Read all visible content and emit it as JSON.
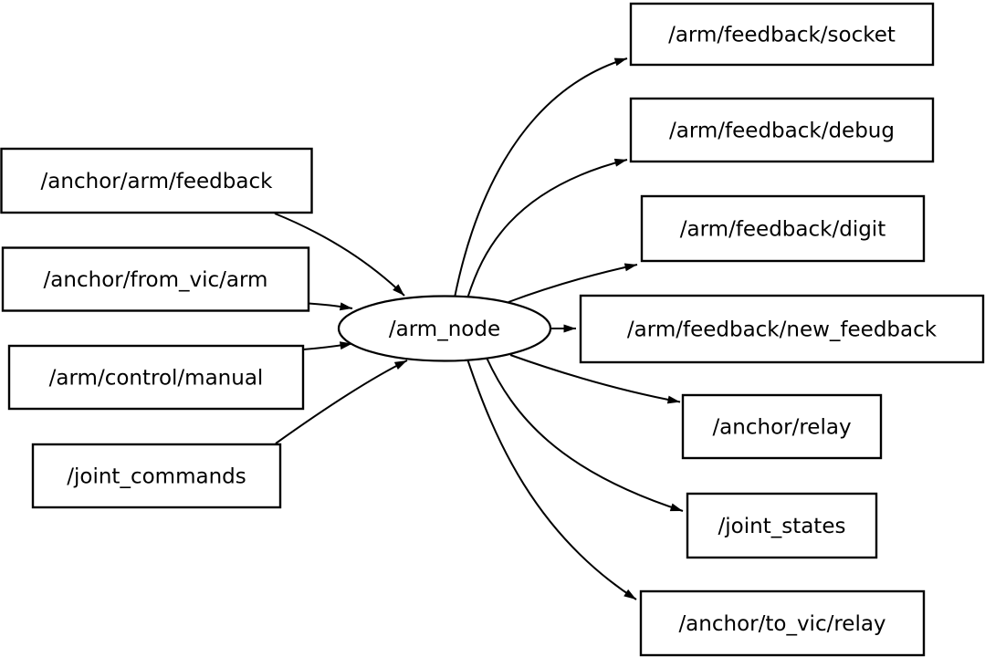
{
  "graph": {
    "center_node": {
      "label": "/arm_node",
      "shape": "ellipse"
    },
    "input_topics": [
      {
        "label": "/anchor/arm/feedback"
      },
      {
        "label": "/anchor/from_vic/arm"
      },
      {
        "label": "/arm/control/manual"
      },
      {
        "label": "/joint_commands"
      }
    ],
    "output_topics": [
      {
        "label": "/arm/feedback/socket"
      },
      {
        "label": "/arm/feedback/debug"
      },
      {
        "label": "/arm/feedback/digit"
      },
      {
        "label": "/arm/feedback/new_feedback"
      },
      {
        "label": "/anchor/relay"
      },
      {
        "label": "/joint_states"
      },
      {
        "label": "/anchor/to_vic/relay"
      }
    ],
    "edges": [
      {
        "from": "/anchor/arm/feedback",
        "to": "/arm_node"
      },
      {
        "from": "/anchor/from_vic/arm",
        "to": "/arm_node"
      },
      {
        "from": "/arm/control/manual",
        "to": "/arm_node"
      },
      {
        "from": "/joint_commands",
        "to": "/arm_node"
      },
      {
        "from": "/arm_node",
        "to": "/arm/feedback/socket"
      },
      {
        "from": "/arm_node",
        "to": "/arm/feedback/debug"
      },
      {
        "from": "/arm_node",
        "to": "/arm/feedback/digit"
      },
      {
        "from": "/arm_node",
        "to": "/arm/feedback/new_feedback"
      },
      {
        "from": "/arm_node",
        "to": "/anchor/relay"
      },
      {
        "from": "/arm_node",
        "to": "/joint_states"
      },
      {
        "from": "/arm_node",
        "to": "/anchor/to_vic/relay"
      }
    ],
    "colors": {
      "background": "#ffffff",
      "node_fill": "#ffffff",
      "stroke": "#000000",
      "text": "#000000"
    }
  }
}
